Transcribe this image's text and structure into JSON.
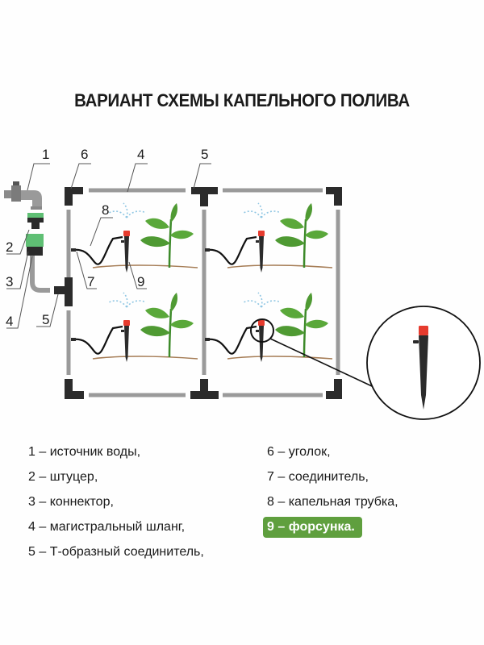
{
  "title": "ВАРИАНТ СХЕМЫ КАПЕЛЬНОГО ПОЛИВА",
  "colors": {
    "pipe": "#9a9a9a",
    "fitting": "#2b2b2b",
    "nozzle_cap": "#e63b2e",
    "leaf": "#4f9a33",
    "soil": "#a57c55",
    "spray": "#8fc6e3",
    "connector_green": "#5fbf74",
    "highlight": "#5f9f3e"
  },
  "diagram": {
    "callouts": [
      "1",
      "2",
      "3",
      "4",
      "5",
      "6",
      "4",
      "5",
      "8",
      "7",
      "9"
    ],
    "zoom_detail": "nozzle-magnified"
  },
  "legend": {
    "left": [
      {
        "num": "1",
        "text": "1 – источник воды,"
      },
      {
        "num": "2",
        "text": "2 – штуцер,"
      },
      {
        "num": "3",
        "text": "3 – коннектор,"
      },
      {
        "num": "4",
        "text": "4 – магистральный шланг,"
      },
      {
        "num": "5",
        "text": "5 – Т-образный соединитель,"
      }
    ],
    "right": [
      {
        "num": "6",
        "text": "6 – уголок,"
      },
      {
        "num": "7",
        "text": "7 – соединитель,"
      },
      {
        "num": "8",
        "text": "8 – капельная трубка,"
      },
      {
        "num": "9",
        "text": "9 – форсунка.",
        "highlighted": true
      }
    ]
  }
}
